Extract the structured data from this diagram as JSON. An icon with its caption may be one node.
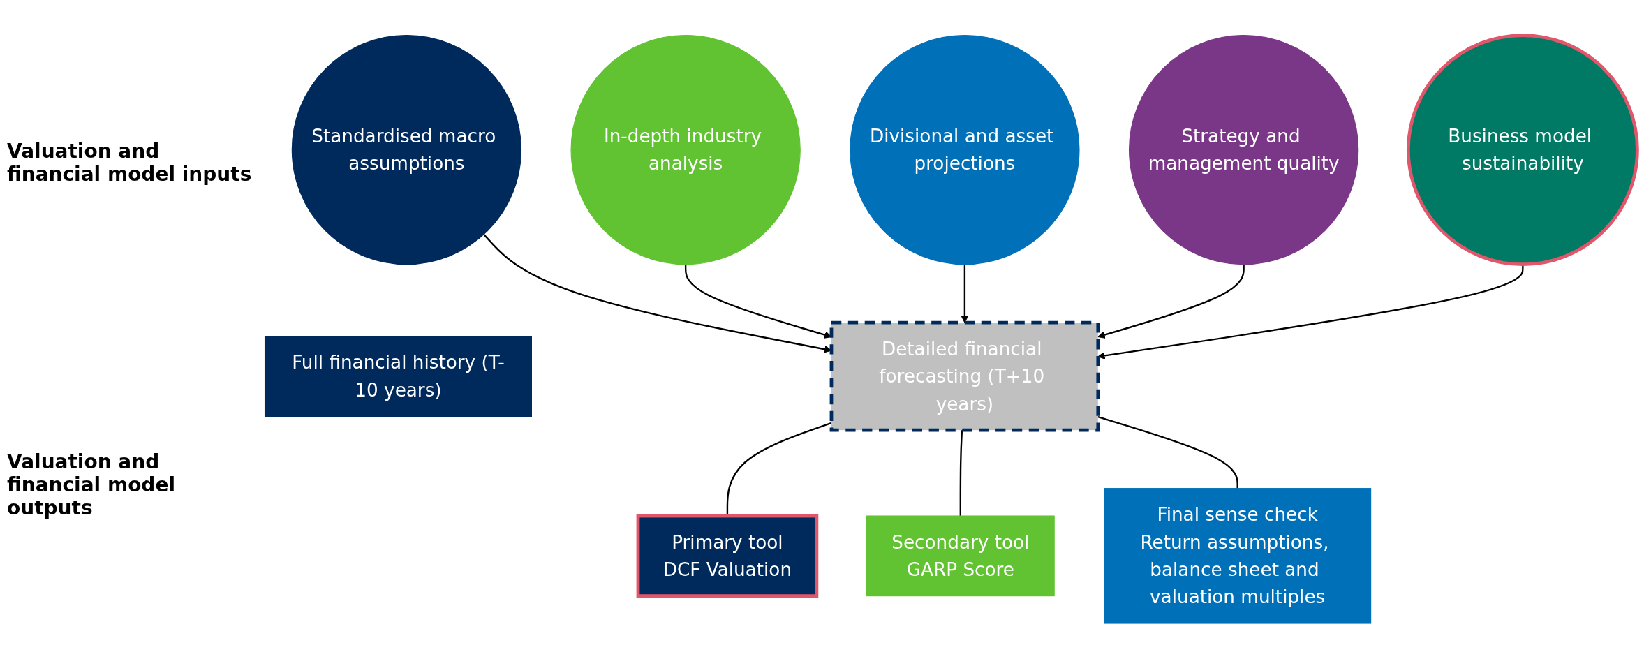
{
  "diagram": {
    "nodes": [
      {
        "text": [
          "Standardised macro assumptions"
        ]
      },
      {
        "text": [
          "In-depth industry analysis"
        ]
      },
      {
        "text": [
          "Divisional and asset projections"
        ]
      },
      {
        "text": [
          "Strategy and management quality"
        ]
      },
      {
        "text": [
          "Business model sustainability"
        ]
      },
      {
        "text": [
          "Full financial history (T-10 years)"
        ]
      },
      {
        "text": [
          "Detailed financial forecasting (T+10 years)"
        ]
      },
      {
        "text": [
          "Primary tool",
          "DCF Valuation"
        ]
      },
      {
        "text": [
          "Secondary tool",
          "GARP Score"
        ]
      },
      {
        "text": [
          "Final sense check",
          "Return assumptions, balance sheet and valuation multiples"
        ]
      }
    ],
    "edges": [
      {
        "from": 0,
        "to": 6,
        "arrow": "to"
      },
      {
        "from": 1,
        "to": 6,
        "arrow": "to"
      },
      {
        "from": 2,
        "to": 6,
        "arrow": "to"
      },
      {
        "from": 3,
        "to": 6,
        "arrow": "to"
      },
      {
        "from": 4,
        "to": 6,
        "arrow": "to"
      },
      {
        "from": 6,
        "to": 7,
        "arrow": "none"
      },
      {
        "from": 6,
        "to": 8,
        "arrow": "none"
      },
      {
        "from": 6,
        "to": 9,
        "arrow": "none"
      }
    ],
    "labels": [
      "Valuation and financial model inputs",
      "Valuation and financial model outputs"
    ]
  }
}
